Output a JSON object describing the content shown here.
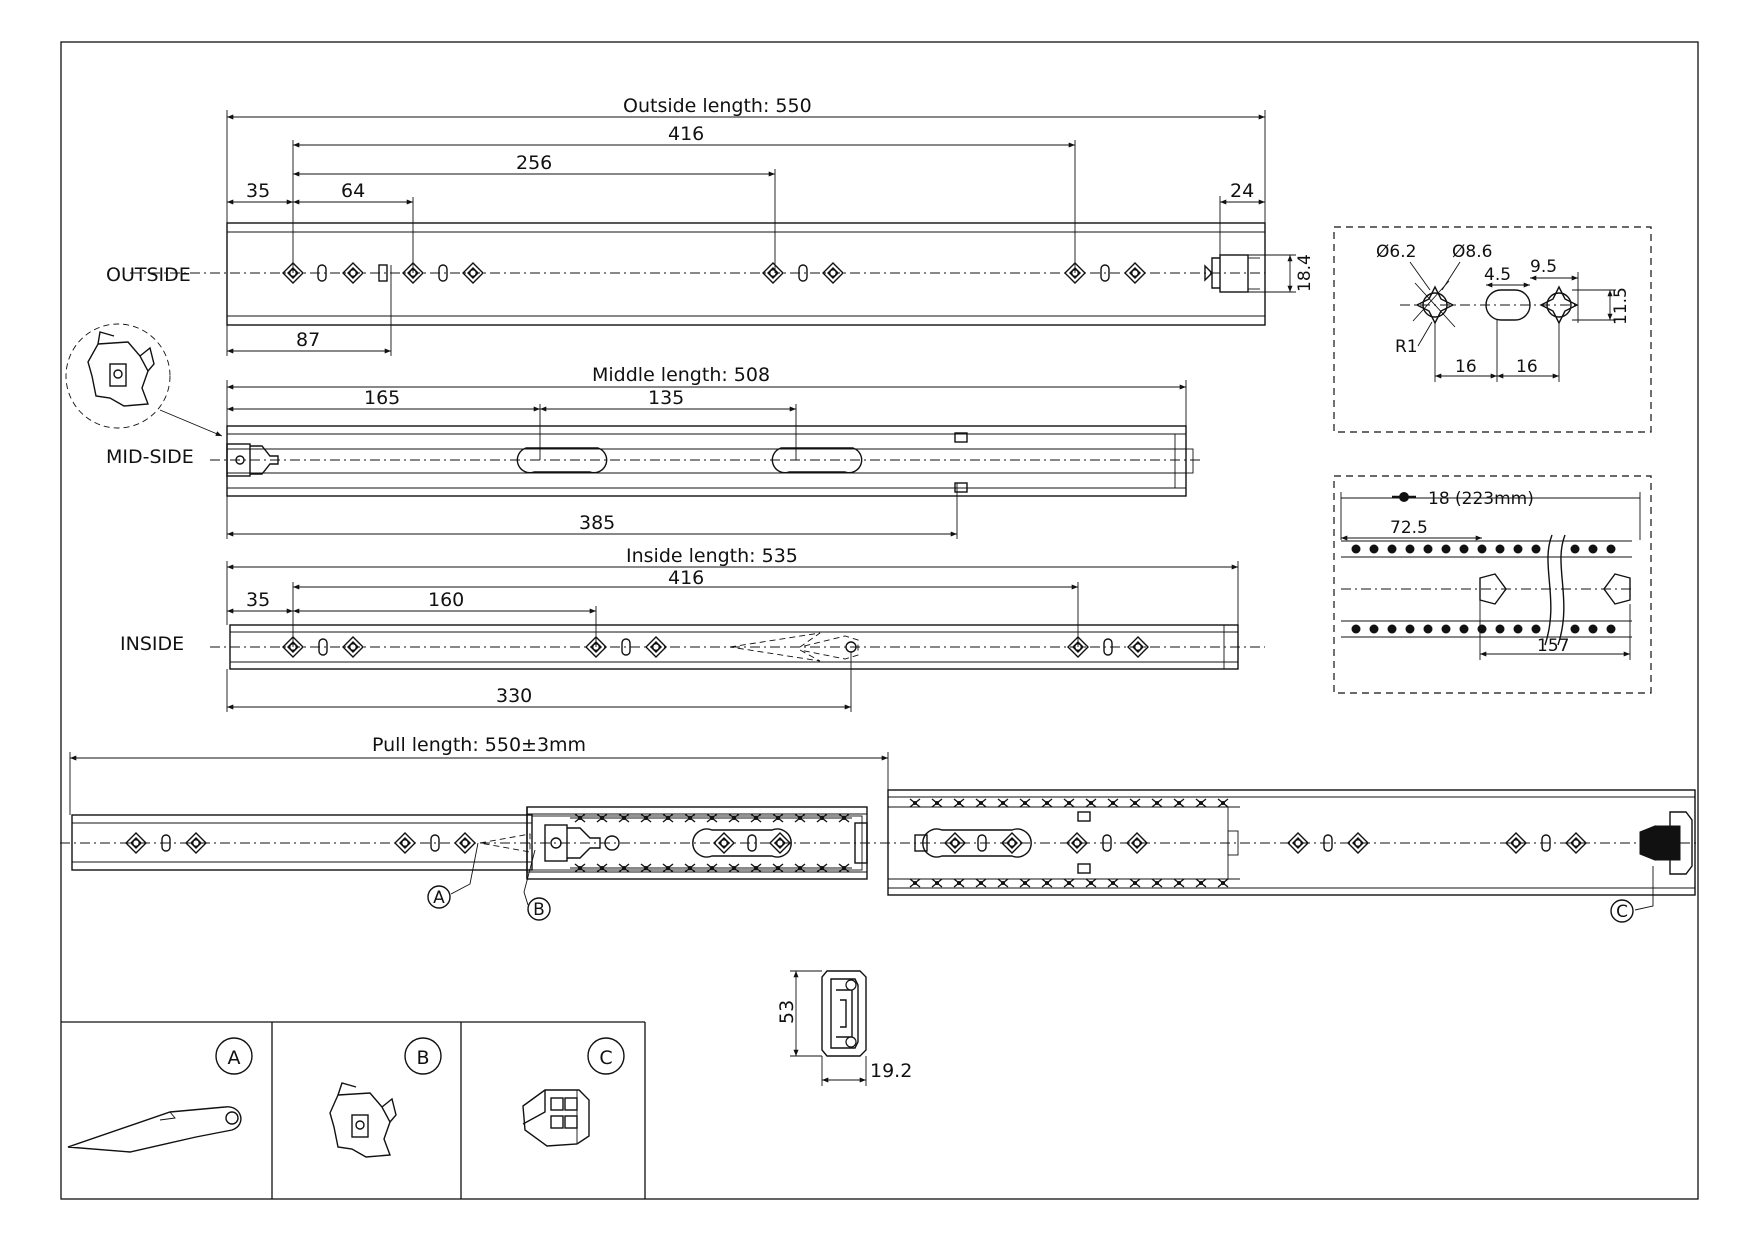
{
  "views": {
    "outside": {
      "label": "OUTSIDE",
      "title": "Outside length: 550",
      "dims": {
        "d416": "416",
        "d256": "256",
        "d35": "35",
        "d64": "64",
        "d24": "24",
        "d184": "18.4",
        "d87": "87"
      }
    },
    "middle": {
      "label": "MID-SIDE",
      "title": "Middle length: 508",
      "dims": {
        "d165": "165",
        "d135": "135",
        "d385": "385"
      }
    },
    "inside": {
      "label": "INSIDE",
      "title": "Inside length: 535",
      "dims": {
        "d35": "35",
        "d160": "160",
        "d416": "416",
        "d330": "330"
      }
    },
    "pull": {
      "title": "Pull length: 550±3mm",
      "callouts": [
        "A",
        "B",
        "C"
      ]
    }
  },
  "hole_detail": {
    "d62": "Ø6.2",
    "d86": "Ø8.6",
    "d45": "4.5",
    "d95": "9.5",
    "d115": "11.5",
    "r1": "R1",
    "d16a": "16",
    "d16b": "16"
  },
  "ball_detail": {
    "title": "18  (223mm)",
    "d725": "72.5",
    "d157": "157"
  },
  "section": {
    "height": "53",
    "width": "19.2"
  },
  "parts": {
    "a": "A",
    "b": "B",
    "c": "C"
  }
}
